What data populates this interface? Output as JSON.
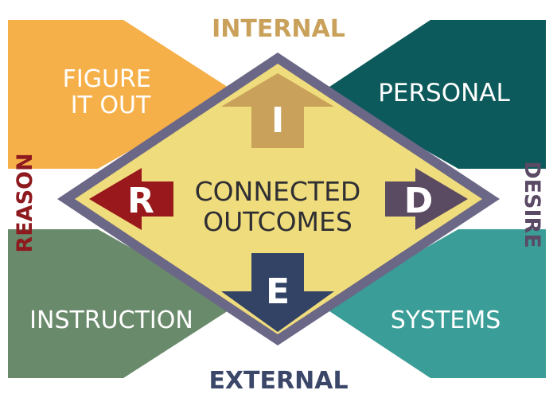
{
  "axis_labels": {
    "top": "INTERNAL",
    "bottom": "EXTERNAL",
    "left": "REASON",
    "right": "DESIRE"
  },
  "quadrants": {
    "top_left": "FIGURE\nIT OUT",
    "top_right": "PERSONAL",
    "bottom_left": "INSTRUCTION",
    "bottom_right": "SYSTEMS"
  },
  "center": {
    "line1": "CONNECTED",
    "line2": "OUTCOMES"
  },
  "arrows": {
    "up": "I",
    "left": "R",
    "right": "D",
    "down": "E"
  },
  "colors": {
    "internal_text": "#c9a15a",
    "external_text": "#3b4768",
    "reason_text": "#8e1a1f",
    "desire_text": "#5a4a66",
    "top_left_fill": "#f6b04a",
    "top_right_fill": "#0d5a5c",
    "bottom_left_fill": "#6a8a6c",
    "bottom_right_fill": "#3a9d97",
    "diamond_border": "#6b6786",
    "diamond_fill": "#efdc7c",
    "arrow_up": "#c9a15a",
    "arrow_left": "#98181c",
    "arrow_right": "#5a4a62",
    "arrow_down": "#334366"
  }
}
